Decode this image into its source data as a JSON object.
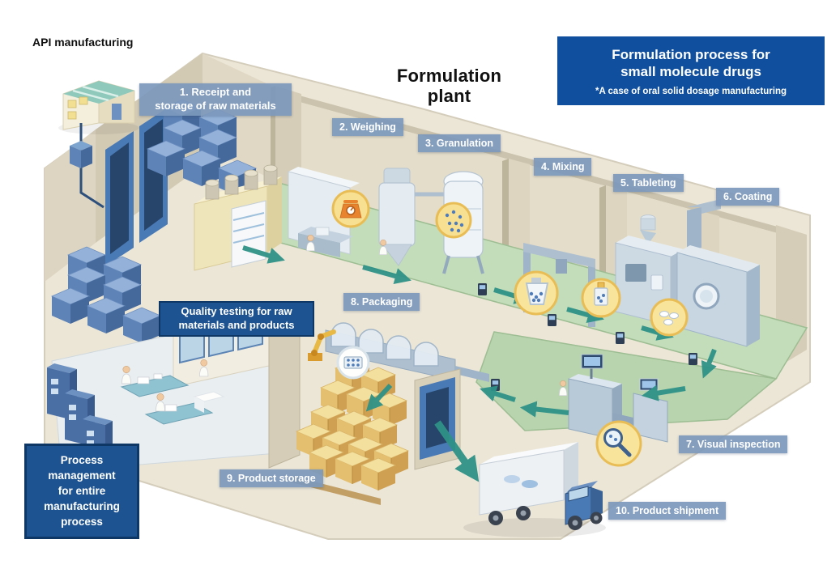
{
  "header": {
    "api_label": "API manufacturing",
    "plant_title": "Formulation\nplant"
  },
  "info_box": {
    "title": "Formulation process for\nsmall molecule drugs",
    "subtitle": "*A case of oral solid dosage manufacturing",
    "bg_color": "#0f4f9e",
    "text_color": "#ffffff"
  },
  "steps": [
    {
      "num": 1,
      "label": "1. Receipt and\nstorage of raw materials"
    },
    {
      "num": 2,
      "label": "2. Weighing"
    },
    {
      "num": 3,
      "label": "3. Granulation"
    },
    {
      "num": 4,
      "label": "4. Mixing"
    },
    {
      "num": 5,
      "label": "5. Tableting"
    },
    {
      "num": 6,
      "label": "6. Coating"
    },
    {
      "num": 7,
      "label": "7. Visual inspection"
    },
    {
      "num": 8,
      "label": "8. Packaging"
    },
    {
      "num": 9,
      "label": "9. Product storage"
    },
    {
      "num": 10,
      "label": "10. Product shipment"
    }
  ],
  "callouts": {
    "quality_testing": "Quality testing for raw\nmaterials and products",
    "process_management": "Process\nmanagement\nfor entire\nmanufacturing\nprocess"
  },
  "highlights": [
    {
      "station": "weighing",
      "icon": "balance-scale-icon"
    },
    {
      "station": "granulation",
      "icon": "granules-icon"
    },
    {
      "station": "mixing",
      "icon": "ibc-container-icon"
    },
    {
      "station": "tableting",
      "icon": "powder-feeder-icon"
    },
    {
      "station": "coating",
      "icon": "coated-tablets-icon"
    },
    {
      "station": "packaging",
      "icon": "blister-pack-icon"
    },
    {
      "station": "visual-inspection",
      "icon": "magnifier-icon"
    }
  ],
  "colors": {
    "step_label_bg": "#7c98bc",
    "callout_bg": "#1d5390",
    "callout_border": "#0e3766",
    "arrow": "#2f9287",
    "highlight_circle": "#f8e093",
    "highlight_ring": "#e9bd55",
    "floor_green": "#c3dcba",
    "wall_beige": "#e4ddc9",
    "raw_material_blue": "#5d83b7",
    "carton_yellow": "#e9c979",
    "truck_blue": "#4a7ab5"
  }
}
